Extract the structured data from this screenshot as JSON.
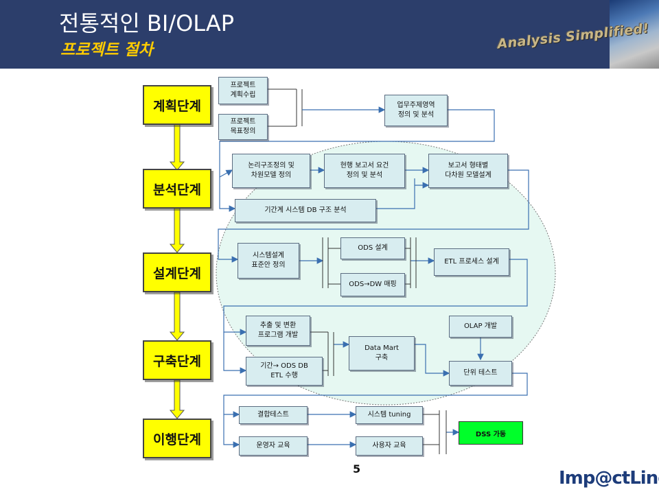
{
  "header": {
    "title": "전통적인 BI/OLAP",
    "subtitle": "프로젝트 절차",
    "tagline": "Analysis Simplified!"
  },
  "phases": {
    "plan": "계획단계",
    "analysis": "분석단계",
    "design": "설계단계",
    "build": "구축단계",
    "transition": "이행단계"
  },
  "tasks": {
    "project_plan": "프로젝트\n계획수립",
    "project_goal": "프로젝트\n목표정의",
    "business_domain": "업무주제영역\n정의 및 분석",
    "logical_model": "논리구조정의 및\n차원모델 정의",
    "report_req": "현행 보고서 요건\n정의 및 분석",
    "report_model": "보고서 형태별\n다차원 모델설계",
    "legacy_db": "기간계 시스템 DB 구조 분석",
    "sys_design": "시스템설계\n표준안 정의",
    "ods_design": "ODS 설계",
    "ods_dw": "ODS→DW 매핑",
    "etl_design": "ETL 프로세스 설계",
    "extract_prog": "추출 및 변환\n프로그램 개발",
    "legacy_ods": "기간→ ODS DB\nETL 수행",
    "data_mart": "Data Mart\n구축",
    "olap_dev": "OLAP 개발",
    "unit_test": "단위 테스트",
    "integration_test": "결합테스트",
    "system_tuning": "시스템 tuning",
    "operator_training": "운영자 교육",
    "user_training": "사용자 교육",
    "dss_go": "DSS 가동"
  },
  "footer": {
    "page_number": "5",
    "logo": "Imp@ctLine"
  },
  "colors": {
    "header_bg": "#2c3e6b",
    "phase_fill": "#ffff00",
    "task_fill": "#d8edf0",
    "highlight_ellipse": "#e6f8f2",
    "arrow_blue": "#3a6fb0",
    "dss_fill": "#00ff2a"
  }
}
